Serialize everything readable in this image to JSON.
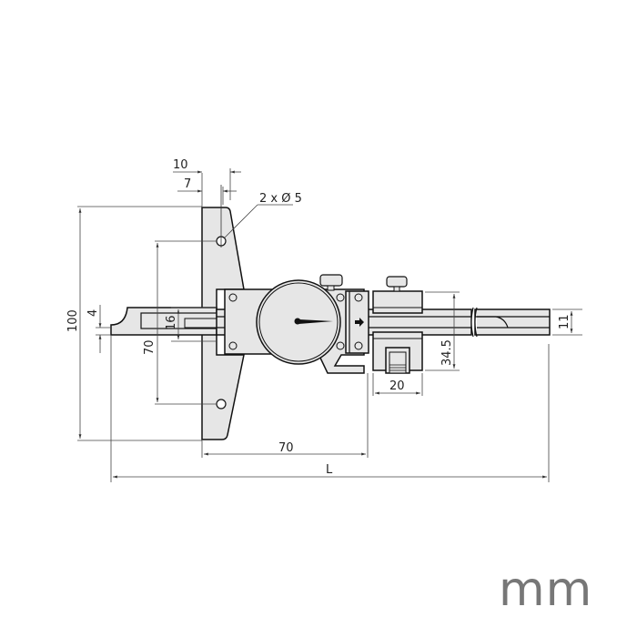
{
  "drawing": {
    "title": "Dial depth gauge dimension drawing",
    "colors": {
      "fill": "#e6e6e6",
      "line": "#111111",
      "dim": "#444444",
      "unit": "#777777"
    },
    "dimensions": {
      "base_offset_10": "10",
      "base_offset_7": "7",
      "holes": "2 x Ø 5",
      "total_height": "100",
      "rod_tip": "4",
      "hole_spacing": "70",
      "rod_width": "16",
      "base_to_body": "70",
      "overall_length": "L",
      "clamp_width": "20",
      "clamp_height": "34.5",
      "rod_height": "11"
    },
    "unit": "mm"
  }
}
